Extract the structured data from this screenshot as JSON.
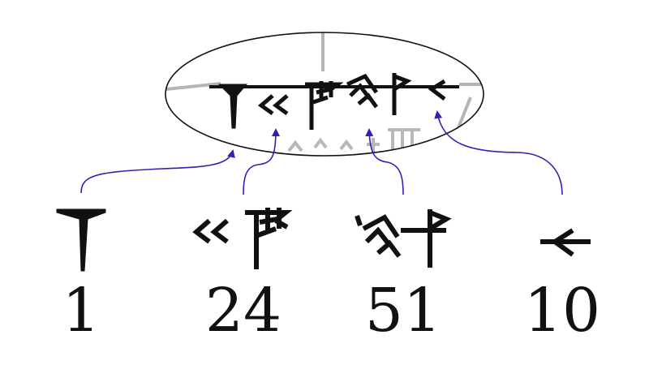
{
  "numerals": [
    {
      "label": "1"
    },
    {
      "label": "24"
    },
    {
      "label": "51"
    },
    {
      "label": "10"
    }
  ],
  "colors": {
    "arrow": "#3b1bb5",
    "ink": "#111111",
    "faint_ink": "#b0b0b0",
    "ellipse_stroke": "#111111"
  }
}
